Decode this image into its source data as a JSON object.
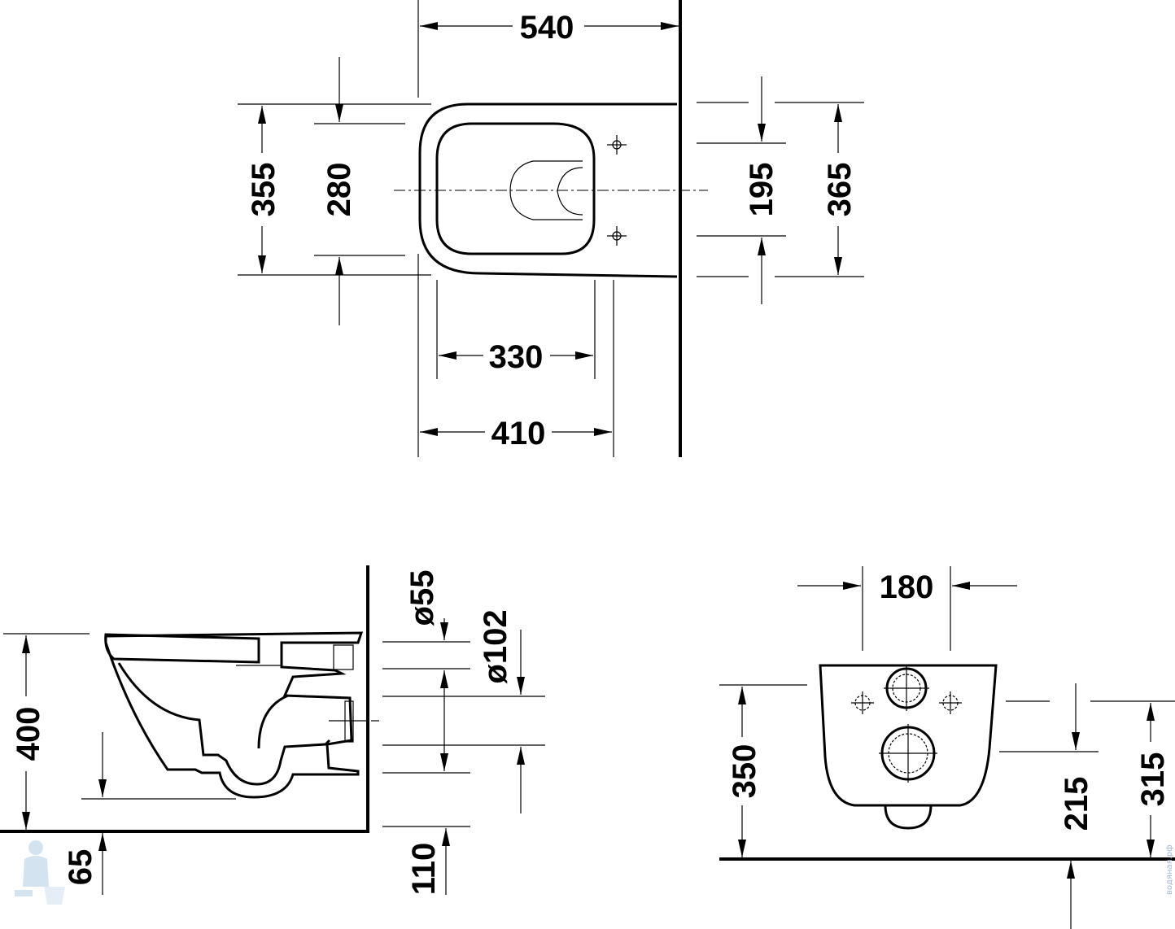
{
  "top_view": {
    "width_540": "540",
    "bowl_width_355": "355",
    "inner_280": "280",
    "fixing_195": "195",
    "total_365": "365",
    "opening_330": "330",
    "length_410": "410"
  },
  "side_view": {
    "height_400": "400",
    "floor_65": "65",
    "pipe_55": "ø55",
    "pipe_102": "ø102",
    "offset_110": "110"
  },
  "rear_view": {
    "spacing_180": "180",
    "height_350": "350",
    "height_215": "215",
    "height_315": "315"
  },
  "watermark": "водяная.рф"
}
